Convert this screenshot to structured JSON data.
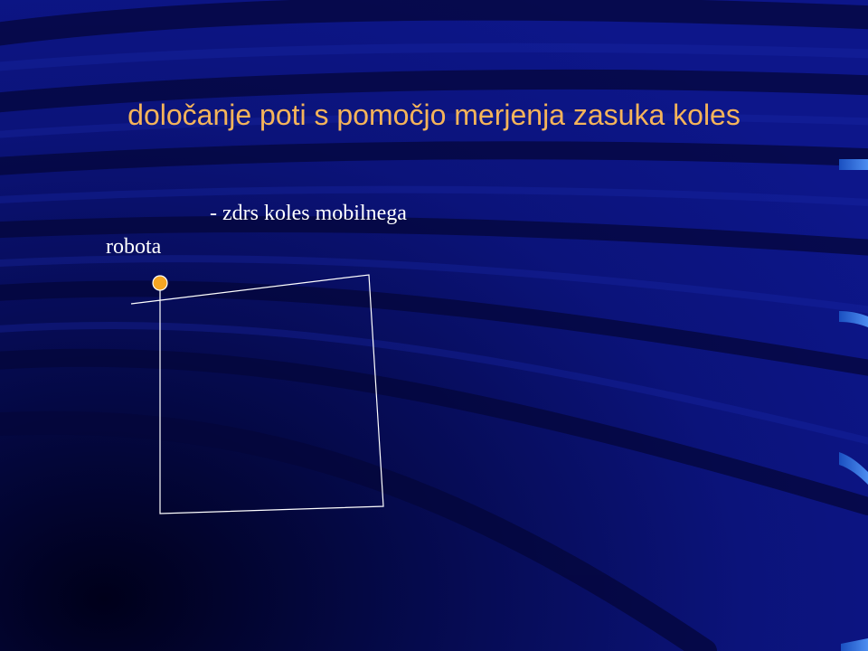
{
  "slide": {
    "title": "določanje poti s pomočjo merjenja zasuka koles",
    "bullet": "- zdrs koles mobilnega",
    "bullet_continuation": "robota"
  },
  "colors": {
    "background": "#0a0f6e",
    "title": "#f5b45a",
    "text": "#ffffff",
    "path_line": "#ffffff",
    "robot_marker": "#f5a623",
    "robot_marker_outline": "#ffffff",
    "edge_tabs": "#2a6ad8"
  },
  "diagram": {
    "path_shape": "closed quadrilateral path drifted by wheel slip",
    "robot_marker_icon": "orange-circle"
  }
}
